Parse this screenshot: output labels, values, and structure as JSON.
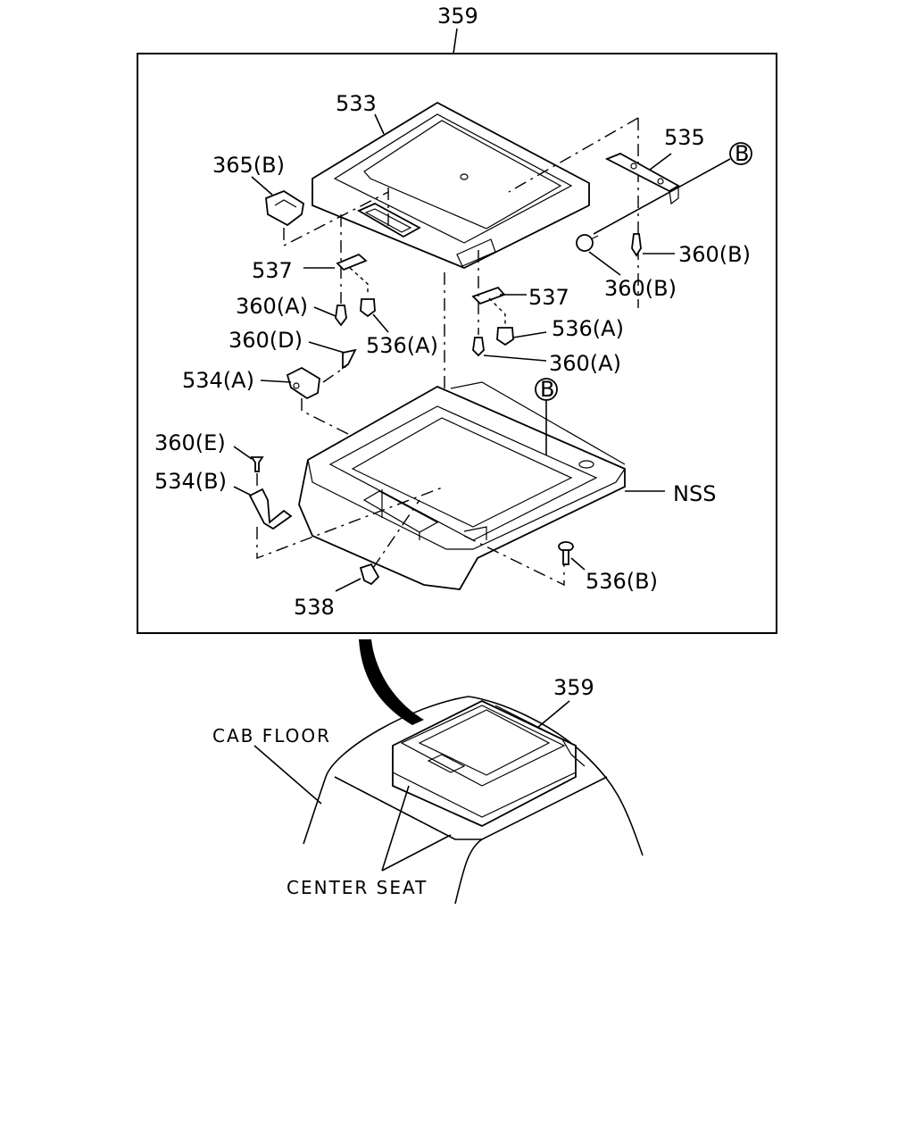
{
  "labels": {
    "assembly_top": "359",
    "panel_533": "533",
    "part_535": "535",
    "callout_b1": "B",
    "part_365b": "365(B)",
    "part_360b_right": "360(B)",
    "part_360b_mid": "360(B)",
    "part_537_left": "537",
    "part_537_right": "537",
    "part_360a_left": "360(A)",
    "part_536a_left": "536(A)",
    "part_536a_right": "536(A)",
    "part_360a_right": "360(A)",
    "part_360d": "360(D)",
    "part_534a": "534(A)",
    "callout_b2": "B",
    "part_360e": "360(E)",
    "part_534b": "534(B)",
    "nss": "NSS",
    "part_536b": "536(B)",
    "part_538": "538",
    "assembly_bottom": "359",
    "cab_floor": "CAB FLOOR",
    "center_seat": "CENTER SEAT"
  }
}
